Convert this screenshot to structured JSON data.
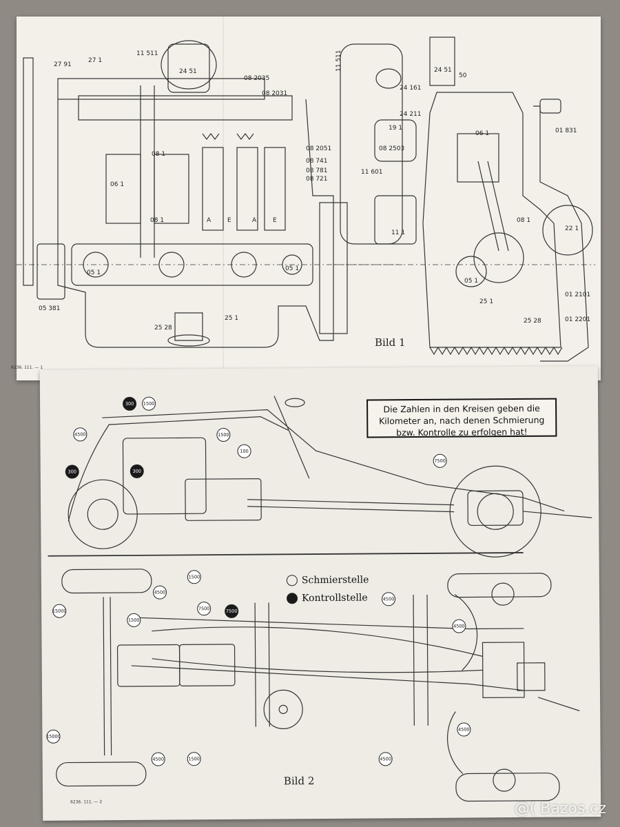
{
  "bild1": {
    "caption": "Bild 1",
    "footnote": "6236. 111. — 1",
    "labels": [
      "27 91",
      "27 1",
      "11 511",
      "24 51",
      "08 2035",
      "08 2031",
      "06 1",
      "08 1",
      "08 1",
      "A",
      "E",
      "A",
      "E",
      "05 1",
      "05 1",
      "05 381",
      "25 28",
      "25 1",
      "08 2051",
      "08 741",
      "08 781",
      "08 721",
      "11 511",
      "24 51",
      "50",
      "24 161",
      "24 211",
      "19 1",
      "06 1",
      "01 831",
      "08 2503",
      "11 601",
      "11 1",
      "08 1",
      "22 1",
      "05 1",
      "25 1",
      "25 28",
      "01 2101",
      "01 2201"
    ]
  },
  "bild2": {
    "caption": "Bild 2",
    "footnote": "6236. 111. — 2",
    "note_lines": [
      "Die Zahlen in den Kreisen geben die",
      "Kilometer an, nach denen Schmierung",
      "bzw. Kontrolle zu erfolgen hat!"
    ],
    "legend": {
      "lube": "Schmierstelle",
      "check": "Kontrollstelle"
    },
    "badges": [
      "300",
      "1500",
      "4500",
      "1500",
      "100",
      "300",
      "300",
      "7500",
      "1500",
      "4500",
      "15000",
      "1500",
      "7500",
      "7500",
      "4500",
      "4500",
      "15000",
      "4500",
      "1500",
      "4500",
      "4500"
    ]
  },
  "watermark": "@( Bazos.cz"
}
